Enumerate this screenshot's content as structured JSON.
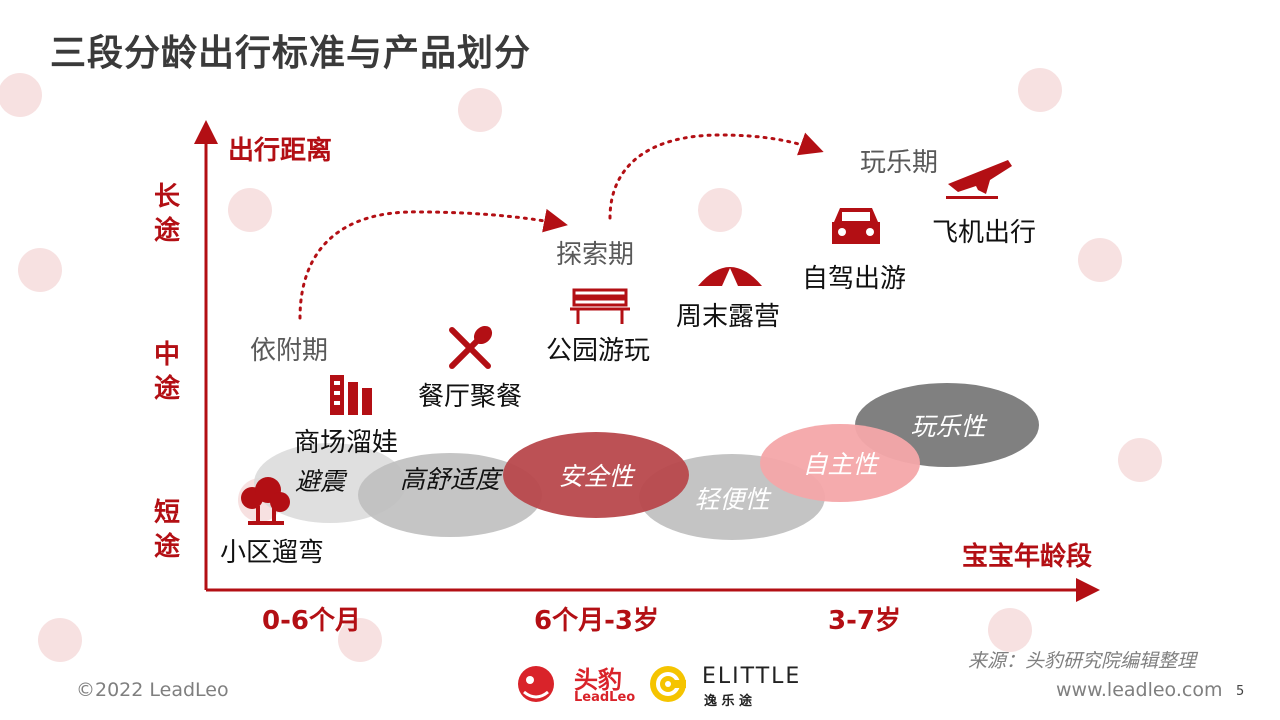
{
  "title": "三段分龄出行标准与产品划分",
  "axes": {
    "y_title": "出行距离",
    "y_levels": [
      "长途",
      "中途",
      "短途"
    ],
    "x_title": "宝宝年龄段",
    "x_ticks": [
      "0-6个月",
      "6个月-3岁",
      "3-7岁"
    ]
  },
  "stages": [
    "依附期",
    "探索期",
    "玩乐期"
  ],
  "activities": {
    "community_walk": "小区遛弯",
    "mall": "商场溜娃",
    "restaurant": "餐厅聚餐",
    "park": "公园游玩",
    "camping": "周末露营",
    "road_trip": "自驾出游",
    "flight": "飞机出行"
  },
  "attributes": {
    "shock_absorb": "避震",
    "comfort": "高舒适度",
    "safety": "安全性",
    "portability": "轻便性",
    "autonomy": "自主性",
    "playfulness": "玩乐性"
  },
  "source": "来源：头豹研究院编辑整理",
  "footer": {
    "copyright": "©2022 LeadLeo",
    "logo_leadleo_cn": "头豹",
    "logo_leadleo_en": "LeadLeo",
    "logo_elittle_en": "ELITTLE",
    "logo_elittle_cn": "逸 乐 途",
    "website": "www.leadleo.com",
    "page_number": "5"
  },
  "icons": {
    "community_walk": "tree-icon",
    "mall": "building-icon",
    "restaurant": "fork-spoon-icon",
    "park": "bench-icon",
    "camping": "tent-icon",
    "road_trip": "car-icon",
    "flight": "airplane-icon"
  },
  "colors": {
    "accent": "#b30f14",
    "grey_oval": "#bfbfbf",
    "dark_grey_oval": "#808080",
    "pink_oval": "#f4a7a9",
    "text_grey": "#595959",
    "watermark": "#f6dede"
  }
}
